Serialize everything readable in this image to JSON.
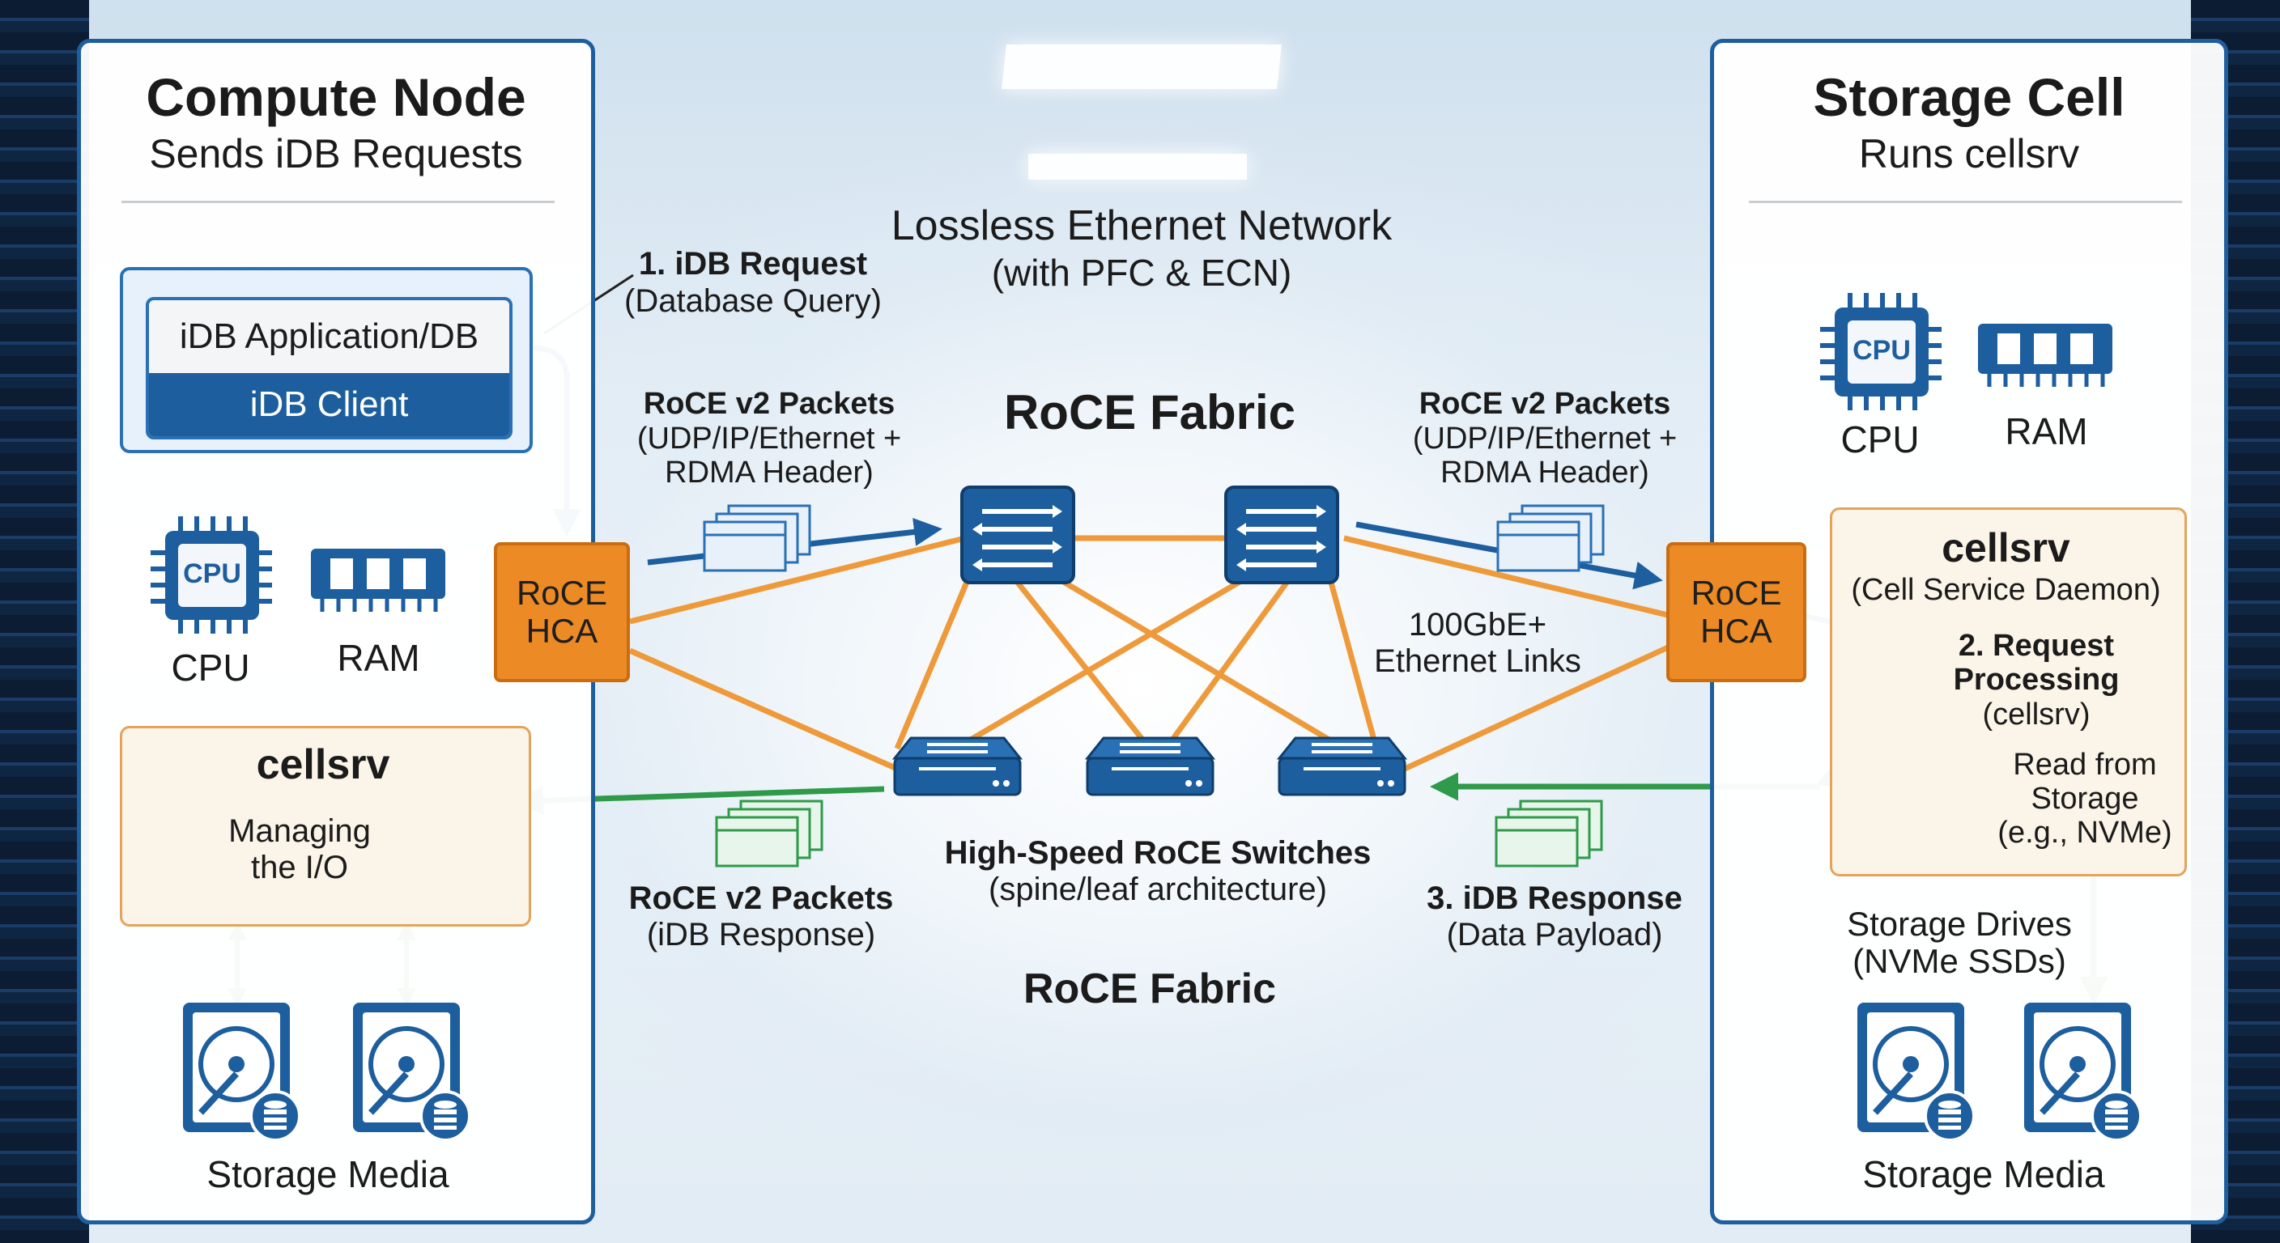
{
  "compute_node": {
    "title": "Compute Node",
    "subtitle": "Sends iDB Requests",
    "app_label": "iDB Application/DB",
    "client_label": "iDB Client",
    "cpu_label": "CPU",
    "cpu_chip_text": "CPU",
    "ram_label": "RAM",
    "hca_label_line1": "RoCE",
    "hca_label_line2": "HCA",
    "cellsrv_title": "cellsrv",
    "cellsrv_desc_line1": "Managing",
    "cellsrv_desc_line2": "the I/O",
    "storage_label": "Storage Media"
  },
  "storage_cell": {
    "title": "Storage Cell",
    "subtitle": "Runs cellsrv",
    "cpu_label": "CPU",
    "cpu_chip_text": "CPU",
    "ram_label": "RAM",
    "hca_label_line1": "RoCE",
    "hca_label_line2": "HCA",
    "cellsrv_title": "cellsrv",
    "cellsrv_subtitle": "(Cell Service Daemon)",
    "step2_line1": "2. Request",
    "step2_line2": "Processing",
    "step2_line3": "(cellsrv)",
    "read_line1": "Read from",
    "read_line2": "Storage",
    "read_line3": "(e.g., NVMe)",
    "drives_line1": "Storage Drives",
    "drives_line2": "(NVMe SSDs)",
    "storage_label": "Storage Media"
  },
  "network": {
    "title": "Lossless Ethernet Network",
    "subtitle": "(with PFC & ECN)",
    "fabric_top": "RoCE Fabric",
    "fabric_bottom": "RoCE Fabric",
    "switches_title": "High-Speed RoCE Switches",
    "switches_subtitle": "(spine/leaf architecture)",
    "links_line1": "100GbE+",
    "links_line2": "Ethernet Links"
  },
  "flows": {
    "step1_title": "1. iDB Request",
    "step1_subtitle": "(Database Query)",
    "left_packets_title": "RoCE v2 Packets",
    "left_packets_line2": "(UDP/IP/Ethernet +",
    "left_packets_line3": "RDMA Header)",
    "right_packets_title": "RoCE v2 Packets",
    "right_packets_line2": "(UDP/IP/Ethernet +",
    "right_packets_line3": "RDMA Header)",
    "response_packets_title": "RoCE v2 Packets",
    "response_packets_subtitle": "(iDB Response)",
    "step3_title": "3. iDB Response",
    "step3_subtitle": "(Data Payload)"
  },
  "colors": {
    "blue": "#1d5e9e",
    "orange": "#ec8a25",
    "green": "#2e9a4a",
    "link_orange": "#ee9a3a"
  }
}
